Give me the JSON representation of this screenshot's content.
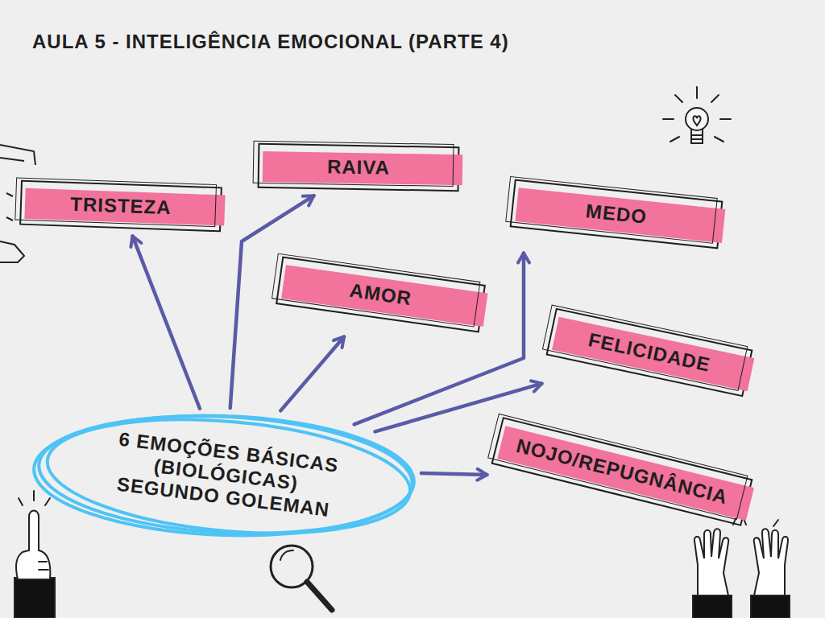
{
  "diagram": {
    "title": "AULA 5 - INTELIGÊNCIA EMOCIONAL (PARTE 4)",
    "nodes": [
      {
        "text": [
          "TRISTEZA"
        ]
      },
      {
        "text": [
          "RAIVA"
        ]
      },
      {
        "text": [
          "MEDO"
        ]
      },
      {
        "text": [
          "AMOR"
        ]
      },
      {
        "text": [
          "FELICIDADE"
        ]
      },
      {
        "text": [
          "NOJO/REPUGNÂNCIA"
        ]
      },
      {
        "text": [
          "6 EMOÇÕES BÁSICAS (BIOLÓGICAS) SEGUNDO GOLEMAN"
        ]
      }
    ],
    "edges": [
      {
        "from": 6,
        "to": 0,
        "arrow": "to"
      },
      {
        "from": 6,
        "to": 1,
        "arrow": "to"
      },
      {
        "from": 6,
        "to": 3,
        "arrow": "to"
      },
      {
        "from": 6,
        "to": 2,
        "arrow": "to"
      },
      {
        "from": 6,
        "to": 4,
        "arrow": "to"
      },
      {
        "from": 6,
        "to": 5,
        "arrow": "to"
      }
    ]
  }
}
